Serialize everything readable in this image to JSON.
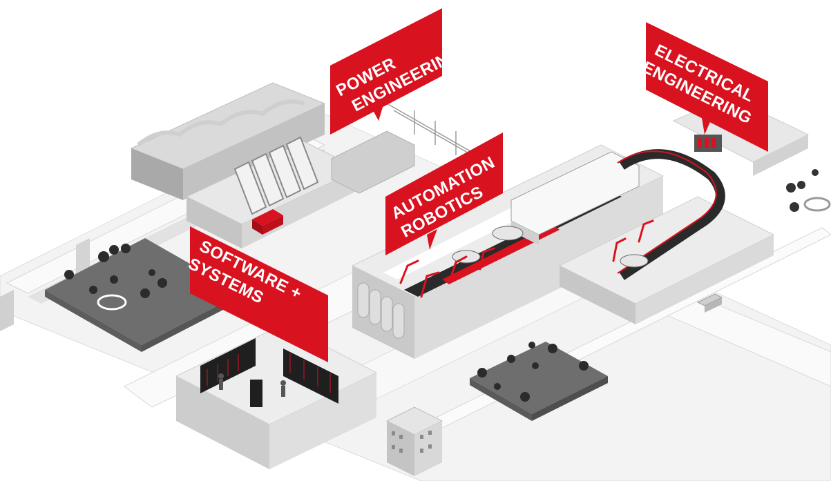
{
  "labels": {
    "power": {
      "line1": "POWER",
      "line2": "ENGINEERING"
    },
    "electrical": {
      "line1": "ELECTRICAL",
      "line2": "ENGINEERING"
    },
    "automation": {
      "line1": "AUTOMATION",
      "line2": "ROBOTICS"
    },
    "software": {
      "line1": "SOFTWARE +",
      "line2": "SYSTEMS"
    }
  },
  "colors": {
    "accent": "#d9121f",
    "ground": "#ededed",
    "road": "#f7f7f7",
    "park": "#6e6e6e",
    "building_top": "#f2f2f2",
    "building_side": "#c9c9c9",
    "dark": "#2a2a2a"
  },
  "icons": [
    "hydro-dam-icon",
    "server-rack-icon",
    "robot-arm-icon",
    "conveyor-belt-icon",
    "car-icon",
    "tree-icon",
    "truck-icon",
    "power-line-icon",
    "office-building-icon",
    "storage-tank-icon",
    "person-icon"
  ]
}
